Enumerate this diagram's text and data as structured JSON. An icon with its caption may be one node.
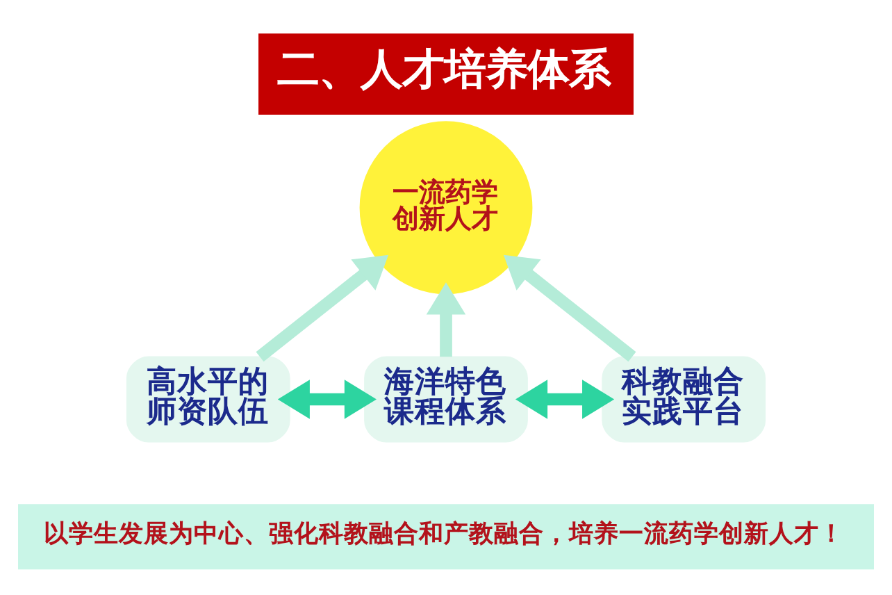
{
  "diagram": {
    "title": "二、人才培养体系",
    "nodes": [
      {
        "text": [
          "一流药学创新人才"
        ]
      },
      {
        "text": [
          "高水平的师资队伍"
        ]
      },
      {
        "text": [
          "科教融合实践平台"
        ]
      },
      {
        "text": [
          "海洋特色课程体系"
        ]
      },
      {
        "text": [
          "以学生发展为中心、强化科教融合和产教融合，培养一流药学创新人才！"
        ]
      }
    ],
    "edges": [
      {
        "from": 1,
        "to": 0,
        "arrow": "to"
      },
      {
        "from": 3,
        "to": 0,
        "arrow": "to"
      },
      {
        "from": 2,
        "to": 0,
        "arrow": "to"
      },
      {
        "from": 1,
        "to": 3,
        "arrow": "both",
        "color": "#2dd4a0"
      },
      {
        "from": 3,
        "to": 2,
        "arrow": "both",
        "color": "#2dd4a0"
      }
    ]
  }
}
